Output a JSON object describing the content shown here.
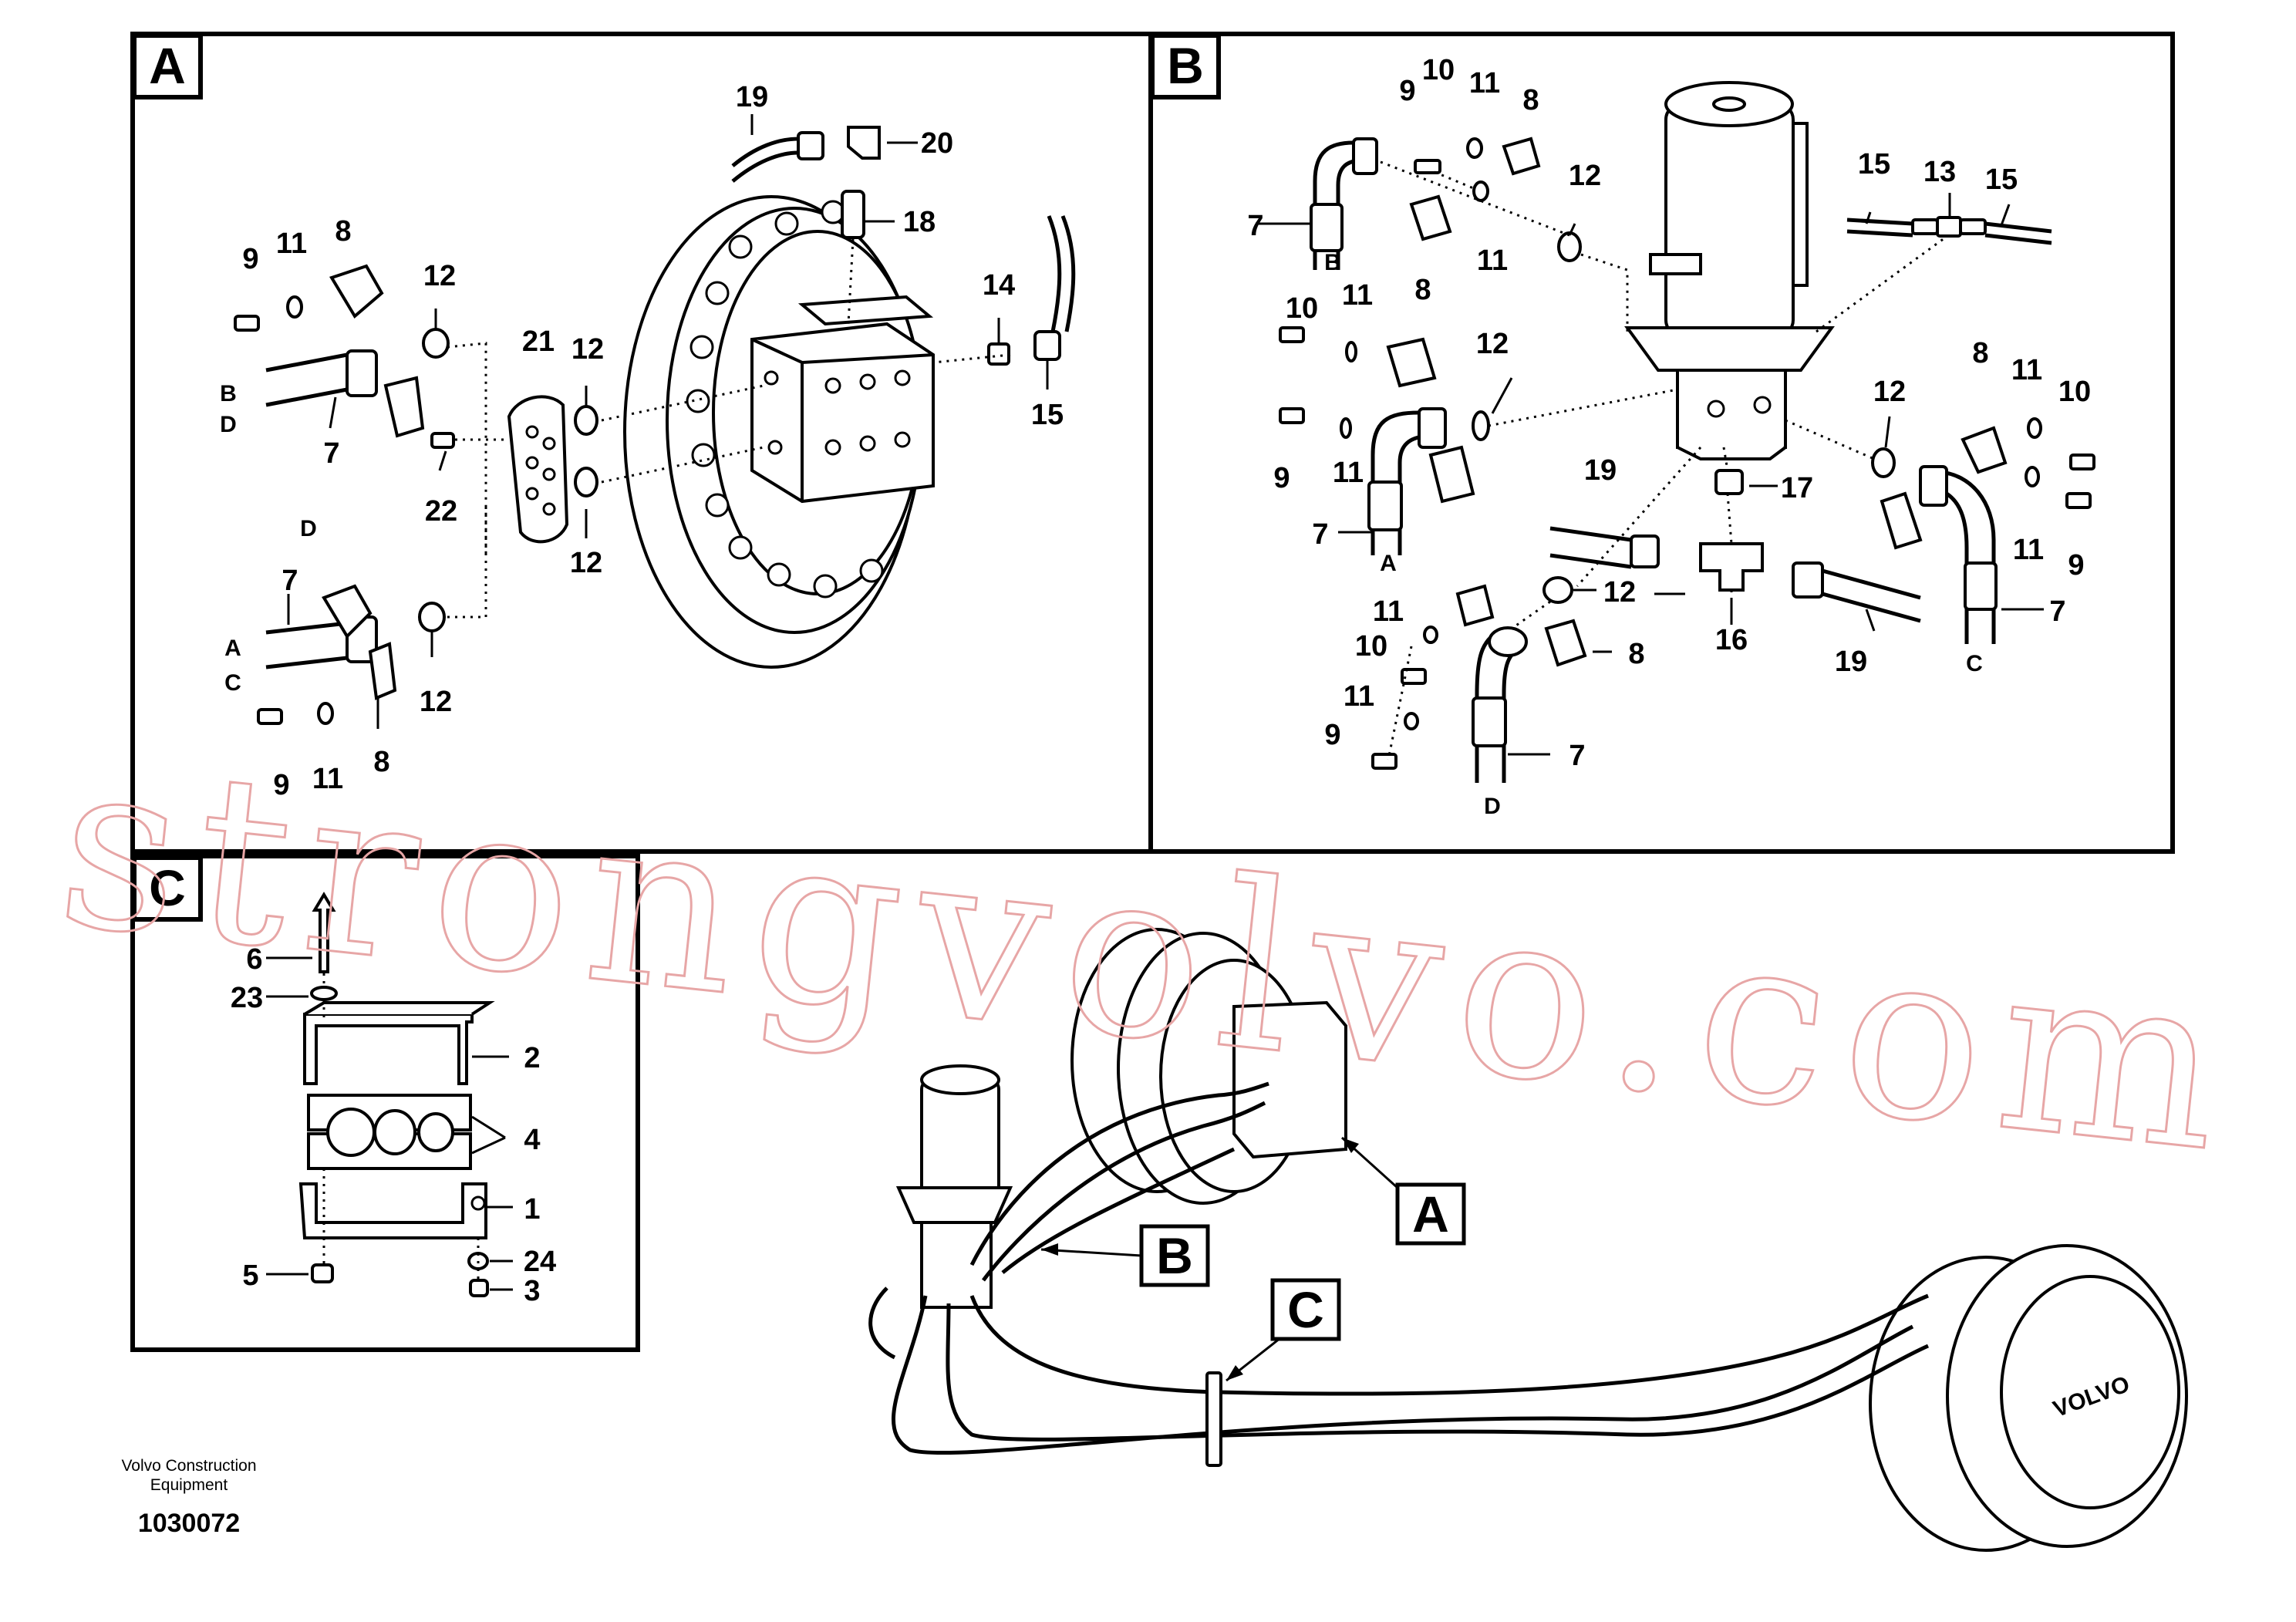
{
  "panels": [
    {
      "id": "A",
      "label": "A"
    },
    {
      "id": "B",
      "label": "B"
    },
    {
      "id": "C",
      "label": "C"
    }
  ],
  "callouts": {
    "A": [
      {
        "id": "a19",
        "text": "19"
      },
      {
        "id": "a20",
        "text": "20"
      },
      {
        "id": "a18",
        "text": "18"
      },
      {
        "id": "a9t",
        "text": "9"
      },
      {
        "id": "a11t",
        "text": "11"
      },
      {
        "id": "a8t",
        "text": "8"
      },
      {
        "id": "a12a",
        "text": "12"
      },
      {
        "id": "a21",
        "text": "21"
      },
      {
        "id": "a12b",
        "text": "12"
      },
      {
        "id": "a14",
        "text": "14"
      },
      {
        "id": "a15",
        "text": "15"
      },
      {
        "id": "a7t",
        "text": "7"
      },
      {
        "id": "a22",
        "text": "22"
      },
      {
        "id": "a12c",
        "text": "12"
      },
      {
        "id": "a7b",
        "text": "7"
      },
      {
        "id": "a12d",
        "text": "12"
      },
      {
        "id": "a8b",
        "text": "8"
      },
      {
        "id": "a9b",
        "text": "9"
      },
      {
        "id": "a11b",
        "text": "11"
      }
    ],
    "B": [
      {
        "id": "b10t",
        "text": "10"
      },
      {
        "id": "b9t",
        "text": "9"
      },
      {
        "id": "b11t",
        "text": "11"
      },
      {
        "id": "b8t",
        "text": "8"
      },
      {
        "id": "b12t",
        "text": "12"
      },
      {
        "id": "b7t",
        "text": "7"
      },
      {
        "id": "b11m",
        "text": "11"
      },
      {
        "id": "b15l",
        "text": "15"
      },
      {
        "id": "b13",
        "text": "13"
      },
      {
        "id": "b15r",
        "text": "15"
      },
      {
        "id": "b10l",
        "text": "10"
      },
      {
        "id": "b11l",
        "text": "11"
      },
      {
        "id": "b8l",
        "text": "8"
      },
      {
        "id": "b12l",
        "text": "12"
      },
      {
        "id": "b9l",
        "text": "9"
      },
      {
        "id": "b11l2",
        "text": "11"
      },
      {
        "id": "b7l",
        "text": "7"
      },
      {
        "id": "b8r",
        "text": "8"
      },
      {
        "id": "b11r",
        "text": "11"
      },
      {
        "id": "b10r",
        "text": "10"
      },
      {
        "id": "b12r",
        "text": "12"
      },
      {
        "id": "b19a",
        "text": "19"
      },
      {
        "id": "b17",
        "text": "17"
      },
      {
        "id": "b11r2",
        "text": "11"
      },
      {
        "id": "b9r",
        "text": "9"
      },
      {
        "id": "b7r",
        "text": "7"
      },
      {
        "id": "b12m",
        "text": "12"
      },
      {
        "id": "b16",
        "text": "16"
      },
      {
        "id": "b19b",
        "text": "19"
      },
      {
        "id": "b11b",
        "text": "11"
      },
      {
        "id": "b10b",
        "text": "10"
      },
      {
        "id": "b8b",
        "text": "8"
      },
      {
        "id": "b11b2",
        "text": "11"
      },
      {
        "id": "b9b",
        "text": "9"
      },
      {
        "id": "b7b",
        "text": "7"
      }
    ],
    "C": [
      {
        "id": "c6",
        "text": "6"
      },
      {
        "id": "c23",
        "text": "23"
      },
      {
        "id": "c2",
        "text": "2"
      },
      {
        "id": "c4",
        "text": "4"
      },
      {
        "id": "c1",
        "text": "1"
      },
      {
        "id": "c5",
        "text": "5"
      },
      {
        "id": "c24",
        "text": "24"
      },
      {
        "id": "c3",
        "text": "3"
      }
    ]
  },
  "hose_ends": {
    "A": [
      {
        "id": "aB",
        "text": "B"
      },
      {
        "id": "aD",
        "text": "D"
      },
      {
        "id": "aD2",
        "text": "D"
      },
      {
        "id": "aA",
        "text": "A"
      },
      {
        "id": "aC",
        "text": "C"
      }
    ],
    "B": [
      {
        "id": "bB",
        "text": "B"
      },
      {
        "id": "bA",
        "text": "A"
      },
      {
        "id": "bC",
        "text": "C"
      },
      {
        "id": "bD",
        "text": "D"
      }
    ]
  },
  "overview_tags": [
    {
      "id": "ovA",
      "text": "A"
    },
    {
      "id": "ovB",
      "text": "B"
    },
    {
      "id": "ovC",
      "text": "C"
    }
  ],
  "brand_marking": "VOLVO",
  "watermark": "strongvolvo.com",
  "footer": {
    "maker_line1": "Volvo Construction",
    "maker_line2": "Equipment",
    "drawing_number": "1030072"
  },
  "colors": {
    "line": "#000000",
    "background": "#ffffff",
    "watermark": "#e7a6a6"
  }
}
